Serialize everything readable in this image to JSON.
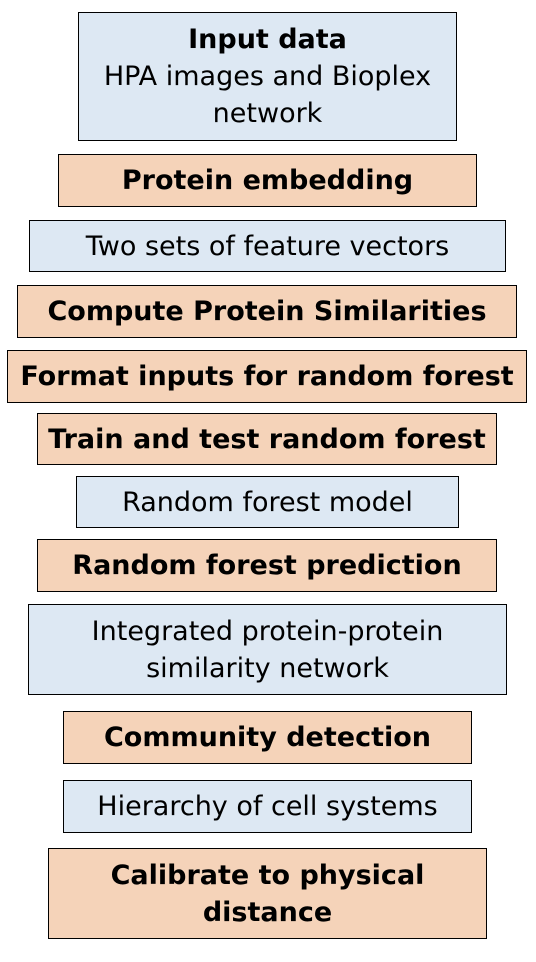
{
  "workflow": {
    "steps": [
      {
        "kind": "data",
        "lines": [
          "Input data",
          "HPA images and Bioplex",
          "network"
        ]
      },
      {
        "kind": "process",
        "lines": [
          "Protein embedding"
        ]
      },
      {
        "kind": "data",
        "lines": [
          "Two sets of feature vectors"
        ]
      },
      {
        "kind": "process",
        "lines": [
          "Compute Protein Similarities"
        ]
      },
      {
        "kind": "process",
        "lines": [
          "Format inputs for random forest"
        ]
      },
      {
        "kind": "process",
        "lines": [
          "Train and test random forest"
        ]
      },
      {
        "kind": "data",
        "lines": [
          "Random forest model"
        ]
      },
      {
        "kind": "process",
        "lines": [
          "Random forest prediction"
        ]
      },
      {
        "kind": "data",
        "lines": [
          "Integrated protein-protein",
          "similarity network"
        ]
      },
      {
        "kind": "process",
        "lines": [
          "Community detection"
        ]
      },
      {
        "kind": "data",
        "lines": [
          "Hierarchy of cell systems"
        ]
      },
      {
        "kind": "process",
        "lines": [
          "Calibrate to physical",
          "distance"
        ]
      }
    ]
  },
  "colors": {
    "data_fill": "#dde8f3",
    "process_fill": "#f5d3b9",
    "border": "#000000",
    "text": "#000000"
  }
}
